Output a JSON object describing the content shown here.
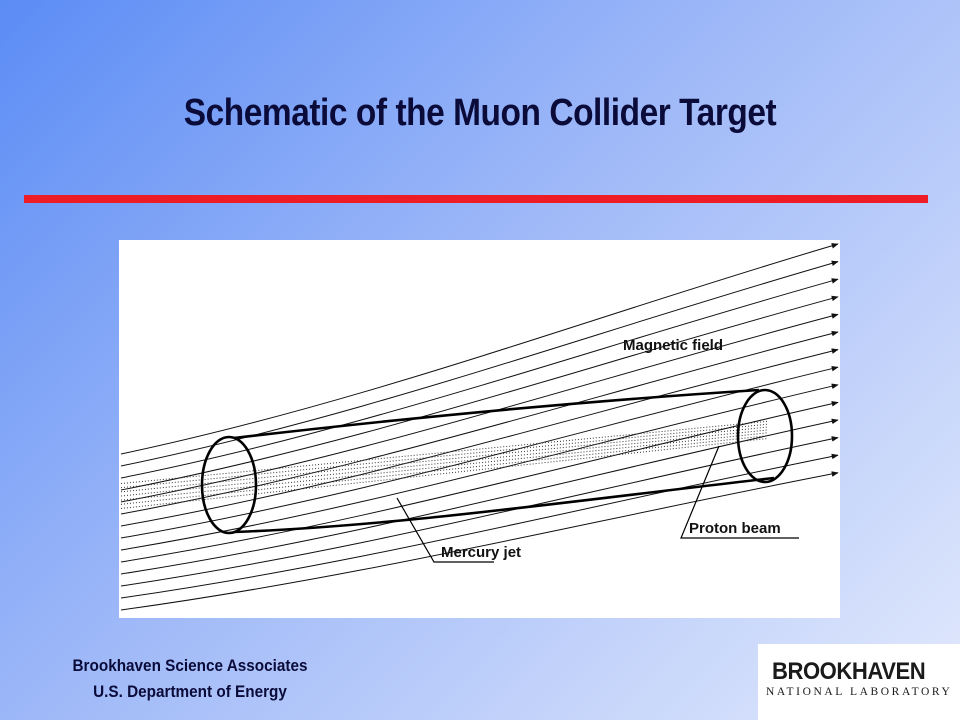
{
  "slide": {
    "title": "Schematic of the Muon Collider Target",
    "accent_color": "#ee1c24"
  },
  "diagram": {
    "labels": {
      "magnetic_field": "Magnetic field",
      "proton_beam": "Proton beam",
      "mercury_jet": "Mercury jet"
    }
  },
  "footer": {
    "line1": "Brookhaven Science Associates",
    "line2": "U.S. Department of Energy"
  },
  "logo": {
    "name": "BROOKHAVEN",
    "subtitle": "NATIONAL LABORATORY"
  }
}
